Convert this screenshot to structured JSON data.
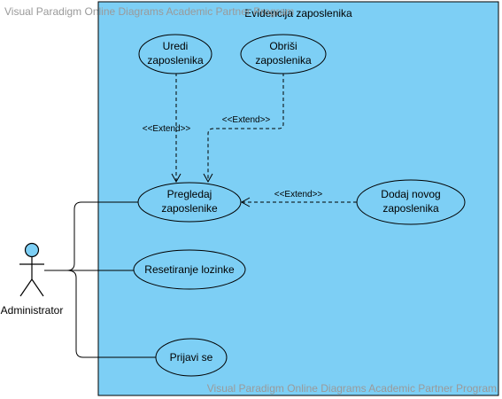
{
  "watermark": "Visual Paradigm Online Diagrams Academic Partner Program",
  "system": {
    "title": "Evidencija zaposlenika"
  },
  "actor": {
    "name": "Administrator"
  },
  "use_cases": {
    "uredi": [
      "Uredi",
      "zaposlenika"
    ],
    "obrisi": [
      "Obriši",
      "zaposlenika"
    ],
    "pregledaj": [
      "Pregledaj",
      "zaposlenike"
    ],
    "dodaj": [
      "Dodaj novog",
      "zaposlenika"
    ],
    "reset": [
      "Resetiranje lozinke"
    ],
    "prijavi": [
      "Prijavi se"
    ]
  },
  "relations": {
    "extend_1": "<<Extend>>",
    "extend_2": "<<Extend>>",
    "extend_3": "<<Extend>>"
  },
  "colors": {
    "system_fill": "#7dcff5",
    "actor_head": "#7dcff5",
    "stroke": "#000000"
  }
}
